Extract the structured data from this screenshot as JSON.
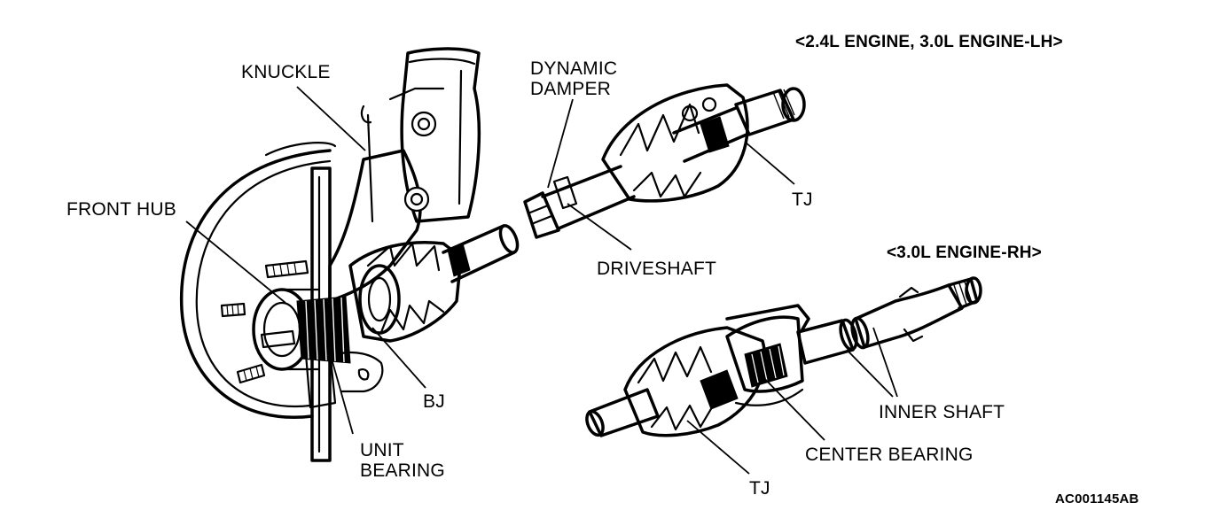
{
  "headers": {
    "lh": "<2.4L ENGINE, 3.0L ENGINE-LH>",
    "rh": "<3.0L ENGINE-RH>"
  },
  "labels": {
    "knuckle": "KNUCKLE",
    "front_hub": "FRONT HUB",
    "dynamic_damper_1": "DYNAMIC",
    "dynamic_damper_2": "DAMPER",
    "tj_upper": "TJ",
    "driveshaft": "DRIVESHAFT",
    "bj": "BJ",
    "unit_bearing_1": "UNIT",
    "unit_bearing_2": "BEARING",
    "inner_shaft": "INNER SHAFT",
    "center_bearing": "CENTER BEARING",
    "tj_lower": "TJ"
  },
  "figure_code": "AC001145AB"
}
